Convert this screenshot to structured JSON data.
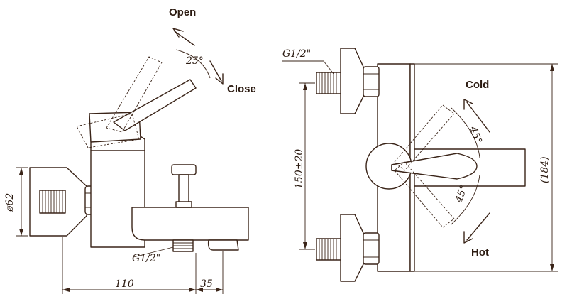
{
  "left_view": {
    "label_open": "Open",
    "label_close": "Close",
    "angle_lever": "25°",
    "dim_diameter": "ø62",
    "thread_outlet": "G1/2\"",
    "dim_width": "110",
    "dim_spout": "35"
  },
  "right_view": {
    "thread_inlet": "G1/2\"",
    "label_cold": "Cold",
    "label_hot": "Hot",
    "angle_cold": "45°",
    "angle_hot": "45°",
    "dim_centers": "150±20",
    "dim_height": "(184)"
  }
}
